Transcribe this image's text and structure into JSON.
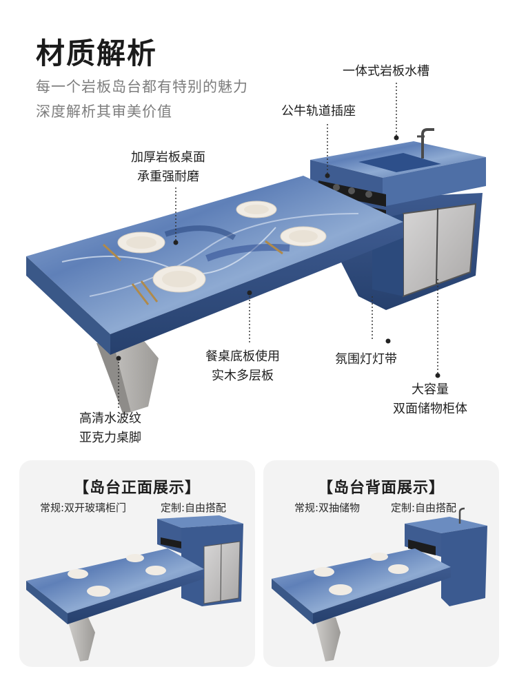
{
  "header": {
    "title": "材质解析",
    "subtitle_line1": "每一个岩板岛台都有特别的魅力",
    "subtitle_line2": "深度解析其审美价值"
  },
  "callouts": {
    "sink": "一体式岩板水槽",
    "socket": "公牛轨道插座",
    "top_line1": "加厚岩板桌面",
    "top_line2": "承重强耐磨",
    "base_line1": "餐桌底板使用",
    "base_line2": "实木多层板",
    "light": "氛围灯灯带",
    "cabinet_line1": "大容量",
    "cabinet_line2": "双面储物柜体",
    "leg_line1": "高清水波纹",
    "leg_line2": "亚克力桌脚"
  },
  "front_panel": {
    "title": "【岛台正面展示】",
    "spec_left": "常规:双开玻璃柜门",
    "spec_right": "定制:自由搭配"
  },
  "back_panel": {
    "title": "【岛台背面展示】",
    "spec_left": "常规:双抽储物",
    "spec_right": "定制:自由搭配"
  },
  "colors": {
    "marble_blue": "#4e6fa6",
    "marble_light": "#8aa6cf",
    "leg_grey": "#b9b7b4",
    "panel_bg": "#f3f3f3"
  }
}
